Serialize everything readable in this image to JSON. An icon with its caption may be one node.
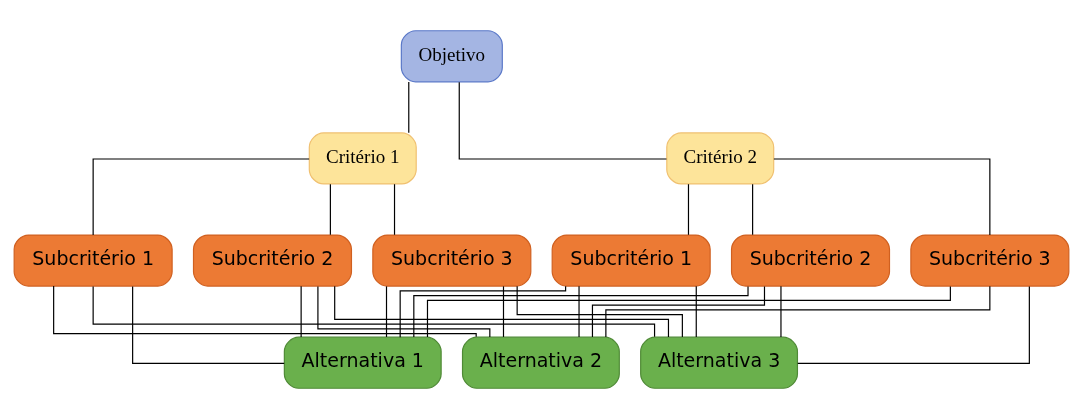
{
  "diagram": {
    "nodes": [
      {
        "text": [
          "Objetivo"
        ]
      },
      {
        "text": [
          "Critério 1"
        ]
      },
      {
        "text": [
          "Critério 2"
        ]
      },
      {
        "text": [
          "Subcritério 1"
        ]
      },
      {
        "text": [
          "Subcritério 2"
        ]
      },
      {
        "text": [
          "Subcritério 3"
        ]
      },
      {
        "text": [
          "Subcritério 1"
        ]
      },
      {
        "text": [
          "Subcritério 2"
        ]
      },
      {
        "text": [
          "Subcritério 3"
        ]
      },
      {
        "text": [
          "Alternativa 1"
        ]
      },
      {
        "text": [
          "Alternativa 2"
        ]
      },
      {
        "text": [
          "Alternativa 3"
        ]
      }
    ],
    "edges": [
      {
        "from": 0,
        "to": 1,
        "arrow": "none"
      },
      {
        "from": 0,
        "to": 2,
        "arrow": "none"
      },
      {
        "from": 1,
        "to": 3,
        "arrow": "none"
      },
      {
        "from": 1,
        "to": 4,
        "arrow": "none"
      },
      {
        "from": 1,
        "to": 5,
        "arrow": "none"
      },
      {
        "from": 2,
        "to": 6,
        "arrow": "none"
      },
      {
        "from": 2,
        "to": 7,
        "arrow": "none"
      },
      {
        "from": 2,
        "to": 8,
        "arrow": "none"
      },
      {
        "from": 3,
        "to": 9,
        "arrow": "none"
      },
      {
        "from": 3,
        "to": 10,
        "arrow": "none"
      },
      {
        "from": 3,
        "to": 11,
        "arrow": "none"
      },
      {
        "from": 4,
        "to": 9,
        "arrow": "none"
      },
      {
        "from": 4,
        "to": 10,
        "arrow": "none"
      },
      {
        "from": 4,
        "to": 11,
        "arrow": "none"
      },
      {
        "from": 5,
        "to": 9,
        "arrow": "none"
      },
      {
        "from": 5,
        "to": 10,
        "arrow": "none"
      },
      {
        "from": 5,
        "to": 11,
        "arrow": "none"
      },
      {
        "from": 6,
        "to": 9,
        "arrow": "none"
      },
      {
        "from": 6,
        "to": 10,
        "arrow": "none"
      },
      {
        "from": 6,
        "to": 11,
        "arrow": "none"
      },
      {
        "from": 7,
        "to": 9,
        "arrow": "none"
      },
      {
        "from": 7,
        "to": 10,
        "arrow": "none"
      },
      {
        "from": 7,
        "to": 11,
        "arrow": "none"
      },
      {
        "from": 8,
        "to": 9,
        "arrow": "none"
      },
      {
        "from": 8,
        "to": 10,
        "arrow": "none"
      },
      {
        "from": 8,
        "to": 11,
        "arrow": "none"
      }
    ]
  }
}
